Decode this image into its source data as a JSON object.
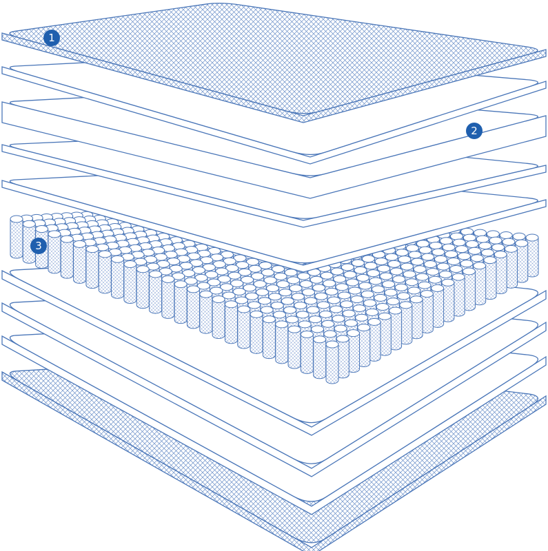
{
  "diagram": {
    "stroke_color": "#4a76b8",
    "badge_color": "#1f5fae",
    "background": "#ffffff",
    "pattern": "crosshatch",
    "badges": [
      {
        "label": "1"
      },
      {
        "label": "2"
      },
      {
        "label": "3"
      }
    ],
    "layers": [
      {
        "name": "top-quilted-cover",
        "hatched": true
      },
      {
        "name": "comfort-layer-1",
        "hatched": false
      },
      {
        "name": "comfort-layer-2",
        "hatched": false
      },
      {
        "name": "comfort-layer-3",
        "hatched": false
      },
      {
        "name": "comfort-layer-4",
        "hatched": false
      },
      {
        "name": "pocket-spring-unit",
        "hatched": true
      },
      {
        "name": "base-layer-1",
        "hatched": false
      },
      {
        "name": "base-layer-2",
        "hatched": false
      },
      {
        "name": "base-layer-3",
        "hatched": false
      },
      {
        "name": "bottom-quilted-cover",
        "hatched": true
      }
    ]
  }
}
